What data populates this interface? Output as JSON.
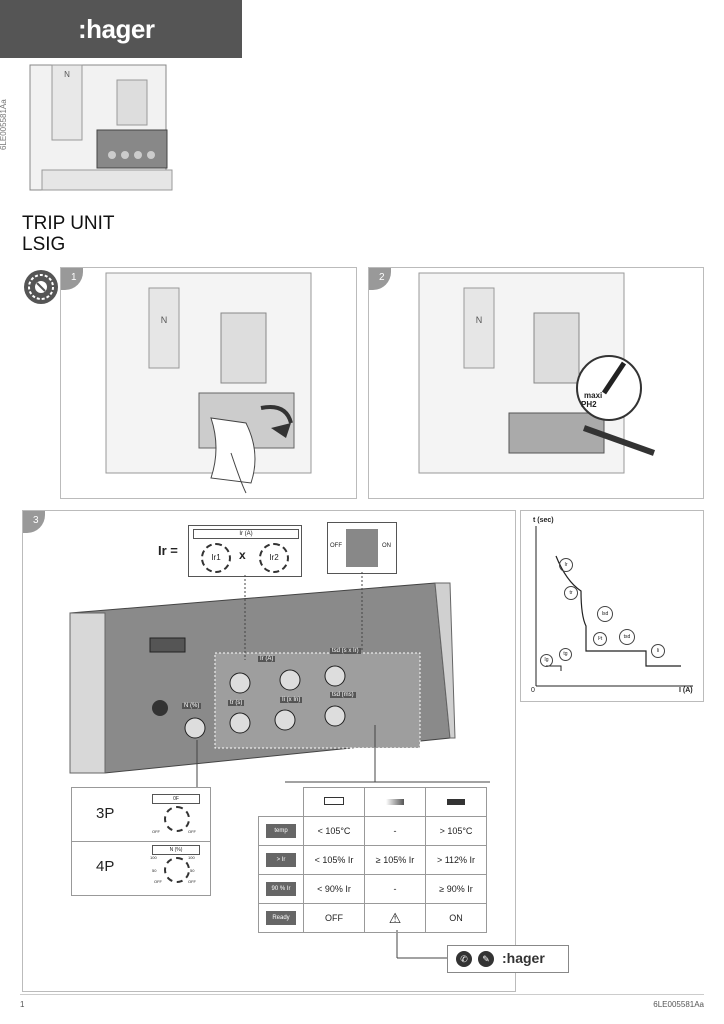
{
  "header": {
    "logo": ":hager"
  },
  "doc_code_side": "6LE005581Aa",
  "title": [
    "TRIP UNIT",
    "LSIG"
  ],
  "steps": {
    "s1": "1",
    "s2": "2",
    "s3": "3"
  },
  "step2": {
    "tool_label_1": "maxi",
    "tool_label_2": "PH2"
  },
  "step3": {
    "formula_label": "Ir =",
    "ir_header": "Ir (A)",
    "dial1": "Ir1",
    "times": "x",
    "dial2": "Ir2",
    "off": "OFF",
    "on": "ON",
    "panel_labels": [
      "Ir (A)",
      "tsd (s x Ir)",
      "tsd (ms)",
      "N (%)",
      "tr (s)",
      "Ii (x In)"
    ]
  },
  "curve": {
    "ylabel": "t (sec)",
    "xlabel": "I (A)",
    "origin": "0",
    "marks": [
      "Ir",
      "tr",
      "Isd",
      "I²t",
      "tsd",
      "Ii",
      "Ig",
      "tg"
    ]
  },
  "poles": {
    "p3": {
      "label": "3P",
      "dial_title": "0F",
      "dial_vals": [
        "OFF",
        "OFF",
        "OFF"
      ]
    },
    "p4": {
      "label": "4P",
      "dial_title": "N (%)",
      "dial_vals": [
        "100",
        "100",
        "50",
        "50",
        "OFF",
        "OFF"
      ]
    }
  },
  "states_table": {
    "icons": [
      "temp",
      "> Ir",
      "90 % Ir",
      "Ready"
    ],
    "rows": [
      [
        "< 105°C",
        "-",
        "> 105°C"
      ],
      [
        "< 105% Ir",
        "≥ 105% Ir",
        "> 112% Ir"
      ],
      [
        "< 90% Ir",
        "-",
        "≥ 90% Ir"
      ],
      [
        "OFF",
        "⚠",
        "ON"
      ]
    ]
  },
  "contact": {
    "logo": ":hager"
  },
  "footer": {
    "page": "1",
    "code": "6LE005581Aa"
  }
}
